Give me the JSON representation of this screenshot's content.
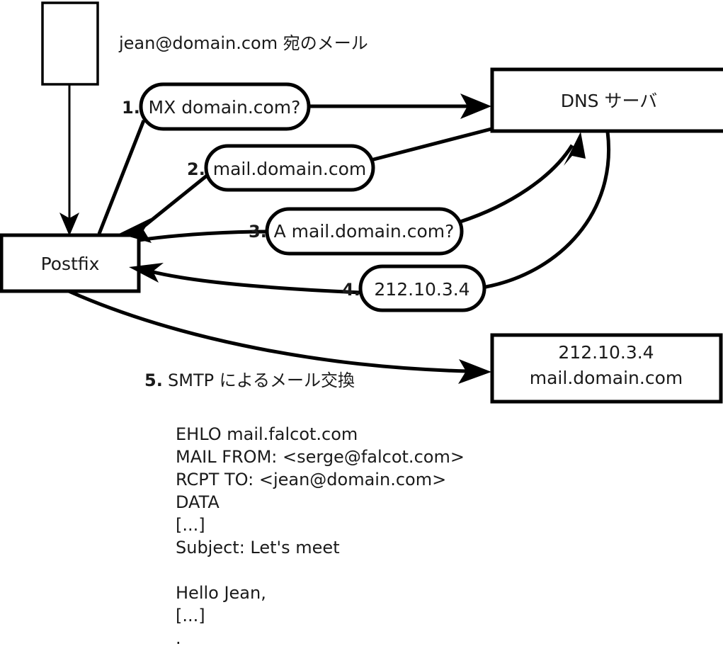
{
  "diagram": {
    "title_note": "jean@domain.com 宛のメール",
    "nodes": {
      "sender_box": {
        "label": ""
      },
      "postfix": {
        "label": "Postfix"
      },
      "dns_server": {
        "label": "DNS サーバ"
      },
      "mail_server": {
        "line1": "212.10.3.4",
        "line2": "mail.domain.com"
      }
    },
    "steps": [
      {
        "num": "1.",
        "bubble": "MX domain.com?"
      },
      {
        "num": "2.",
        "bubble": "mail.domain.com"
      },
      {
        "num": "3.",
        "bubble": "A mail.domain.com?"
      },
      {
        "num": "4.",
        "bubble": "212.10.3.4"
      },
      {
        "num": "5.",
        "caption": "SMTP によるメール交換"
      }
    ],
    "smtp_log": [
      "EHLO mail.falcot.com",
      "MAIL FROM: <serge@falcot.com>",
      "RCPT TO: <jean@domain.com>",
      "DATA",
      "[...]",
      "Subject: Let's meet",
      "",
      "Hello Jean,",
      "[...]",
      "",
      "."
    ],
    "colors": {
      "stroke": "#000000",
      "fill": "#ffffff",
      "text": "#1a1a1a"
    }
  }
}
